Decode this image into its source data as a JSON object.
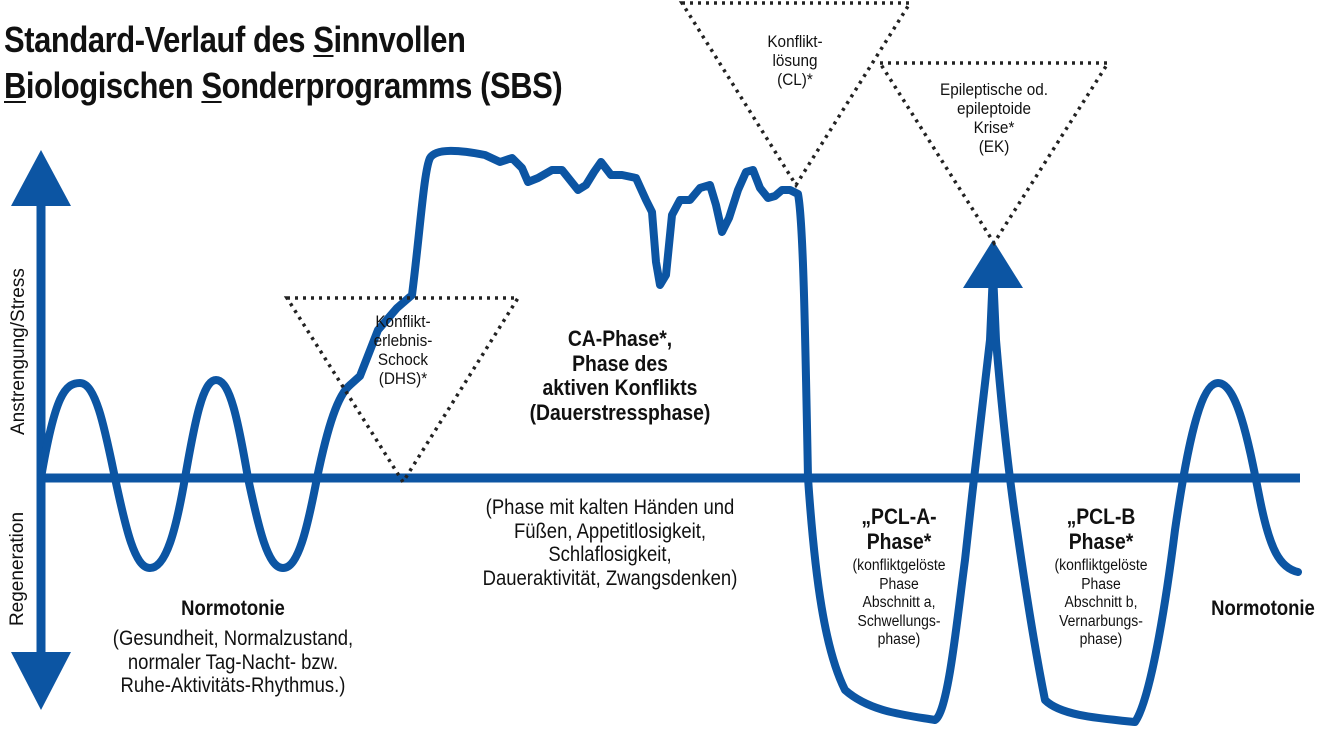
{
  "title": {
    "line1": {
      "pre": "Standard-Verlauf des ",
      "u": "S",
      "post": "innvollen"
    },
    "line2": {
      "u1": "B",
      "mid": "iologischen ",
      "u2": "S",
      "post": "onderprogramms (SBS)"
    }
  },
  "axis": {
    "upper": "Anstrengung/Stress",
    "lower": "Regeneration"
  },
  "triangles": {
    "dhs": [
      "Konflikt-",
      "erlebnis-",
      "Schock",
      "(DHS)*"
    ],
    "cl": [
      "Konflikt-",
      "lösung",
      "(CL)*"
    ],
    "ek": [
      "Epileptische od.",
      "epileptoide",
      "Krise*",
      "(EK)"
    ]
  },
  "ca_phase": {
    "title": [
      "CA-Phase*,",
      "Phase des",
      "aktiven Konflikts",
      "(Dauerstressphase)"
    ],
    "details": [
      "(Phase mit kalten Händen und",
      "Füßen, Appetitlosigkeit,",
      "Schlaflosigkeit,",
      "Daueraktivität, Zwangsdenken)"
    ]
  },
  "normotonie_left": {
    "title": "Normotonie",
    "details": [
      "(Gesundheit, Normalzustand,",
      "normaler Tag-Nacht- bzw.",
      "Ruhe-Aktivitäts-Rhythmus.)"
    ]
  },
  "normotonie_right": {
    "title": "Normotonie"
  },
  "pcl_a": {
    "title": [
      "„PCL-A-",
      "Phase*"
    ],
    "details": [
      "(konfliktgelöste",
      "Phase",
      "Abschnitt a,",
      "Schwellungs-",
      "phase)"
    ]
  },
  "pcl_b": {
    "title": [
      "„PCL-B",
      "Phase*"
    ],
    "details": [
      "(konfliktgelöste",
      "Phase",
      "Abschnitt b,",
      "Vernarbungs-",
      "phase)"
    ]
  },
  "colors": {
    "curve": "#0c55a3",
    "text": "#111111",
    "dotted": "#222222",
    "background": "#ffffff"
  }
}
